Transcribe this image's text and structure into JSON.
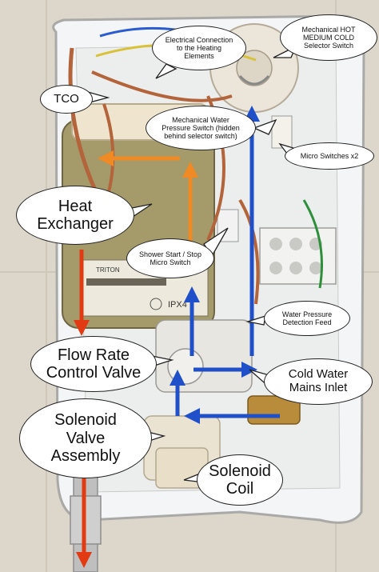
{
  "labels": {
    "electrical_connection": "Electrical Connection\nto the Heating\nElements",
    "selector_switch": "Mechanical HOT\nMEDIUM COLD\nSelector Switch",
    "tco": "TCO",
    "pressure_switch": "Mechanical Water\nPressure Switch (hidden\nbehind selector switch)",
    "micro_switches": "Micro Switches x2",
    "heat_exchanger": "Heat\nExchanger",
    "start_stop": "Shower Start / Stop\nMicro Switch",
    "pressure_feed": "Water Pressure\nDetection Feed",
    "flow_valve": "Flow Rate\nControl Valve",
    "cold_inlet": "Cold Water\nMains Inlet",
    "solenoid_valve": "Solenoid\nValve\nAssembly",
    "solenoid_coil": "Solenoid\nCoil"
  },
  "nameplate": {
    "brand": "TRITON",
    "rating": "IPX4"
  },
  "colors": {
    "flow_blue": "#1f4fc9",
    "flow_orange": "#f08a24",
    "flow_red": "#e23b14",
    "copper_wire": "#b4643a",
    "tile": "#e6dfd3"
  }
}
